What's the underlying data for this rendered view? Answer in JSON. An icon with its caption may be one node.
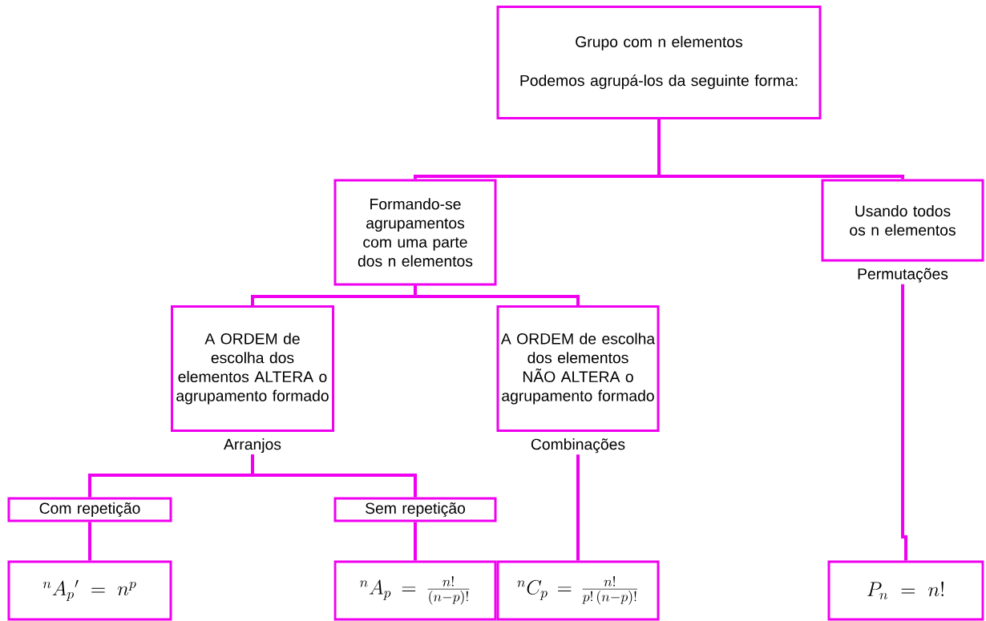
{
  "diagram": {
    "nodes": [
      {
        "text": [
          "Grupo com n elementos",
          "Podemos agrupá-los da seguinte forma:"
        ]
      },
      {
        "text": [
          "Formando-se agrupamentos com uma parte dos n elementos"
        ]
      },
      {
        "text": [
          "Usando todos os n elementos"
        ],
        "beside": [
          "Permutações"
        ]
      },
      {
        "text": [
          "A ORDEM de escolha dos elementos ALTERA o agrupamento formado"
        ],
        "beside": [
          "Arranjos"
        ]
      },
      {
        "text": [
          "A ORDEM de escolha dos elementos NÃO ALTERA o agrupamento formado"
        ],
        "beside": [
          "Combinações"
        ]
      },
      {
        "text": [
          "Com repetição"
        ]
      },
      {
        "text": [
          "Sem repetição"
        ]
      },
      {
        "text": [
          "{}^{n}A_{p}{}' = n^{p}"
        ]
      },
      {
        "text": [
          "{}^{n}A_{p} = \\frac{n!}{(n-p)!}"
        ]
      },
      {
        "text": [
          "{}^{n}C_{p} = \\frac{n!}{p!\\,(n-p)!}"
        ]
      },
      {
        "text": [
          "P_{n} = n!"
        ]
      }
    ],
    "edges": [
      {
        "from": 0,
        "to": 1,
        "arrow": "none"
      },
      {
        "from": 0,
        "to": 2,
        "arrow": "none"
      },
      {
        "from": 1,
        "to": 3,
        "arrow": "none"
      },
      {
        "from": 1,
        "to": 4,
        "arrow": "none"
      },
      {
        "from": 3,
        "to": 5,
        "arrow": "none"
      },
      {
        "from": 3,
        "to": 6,
        "arrow": "none"
      },
      {
        "from": 5,
        "to": 7,
        "arrow": "none"
      },
      {
        "from": 6,
        "to": 8,
        "arrow": "none"
      },
      {
        "from": 4,
        "to": 9,
        "arrow": "none"
      },
      {
        "from": 2,
        "to": 10,
        "arrow": "none"
      }
    ]
  }
}
